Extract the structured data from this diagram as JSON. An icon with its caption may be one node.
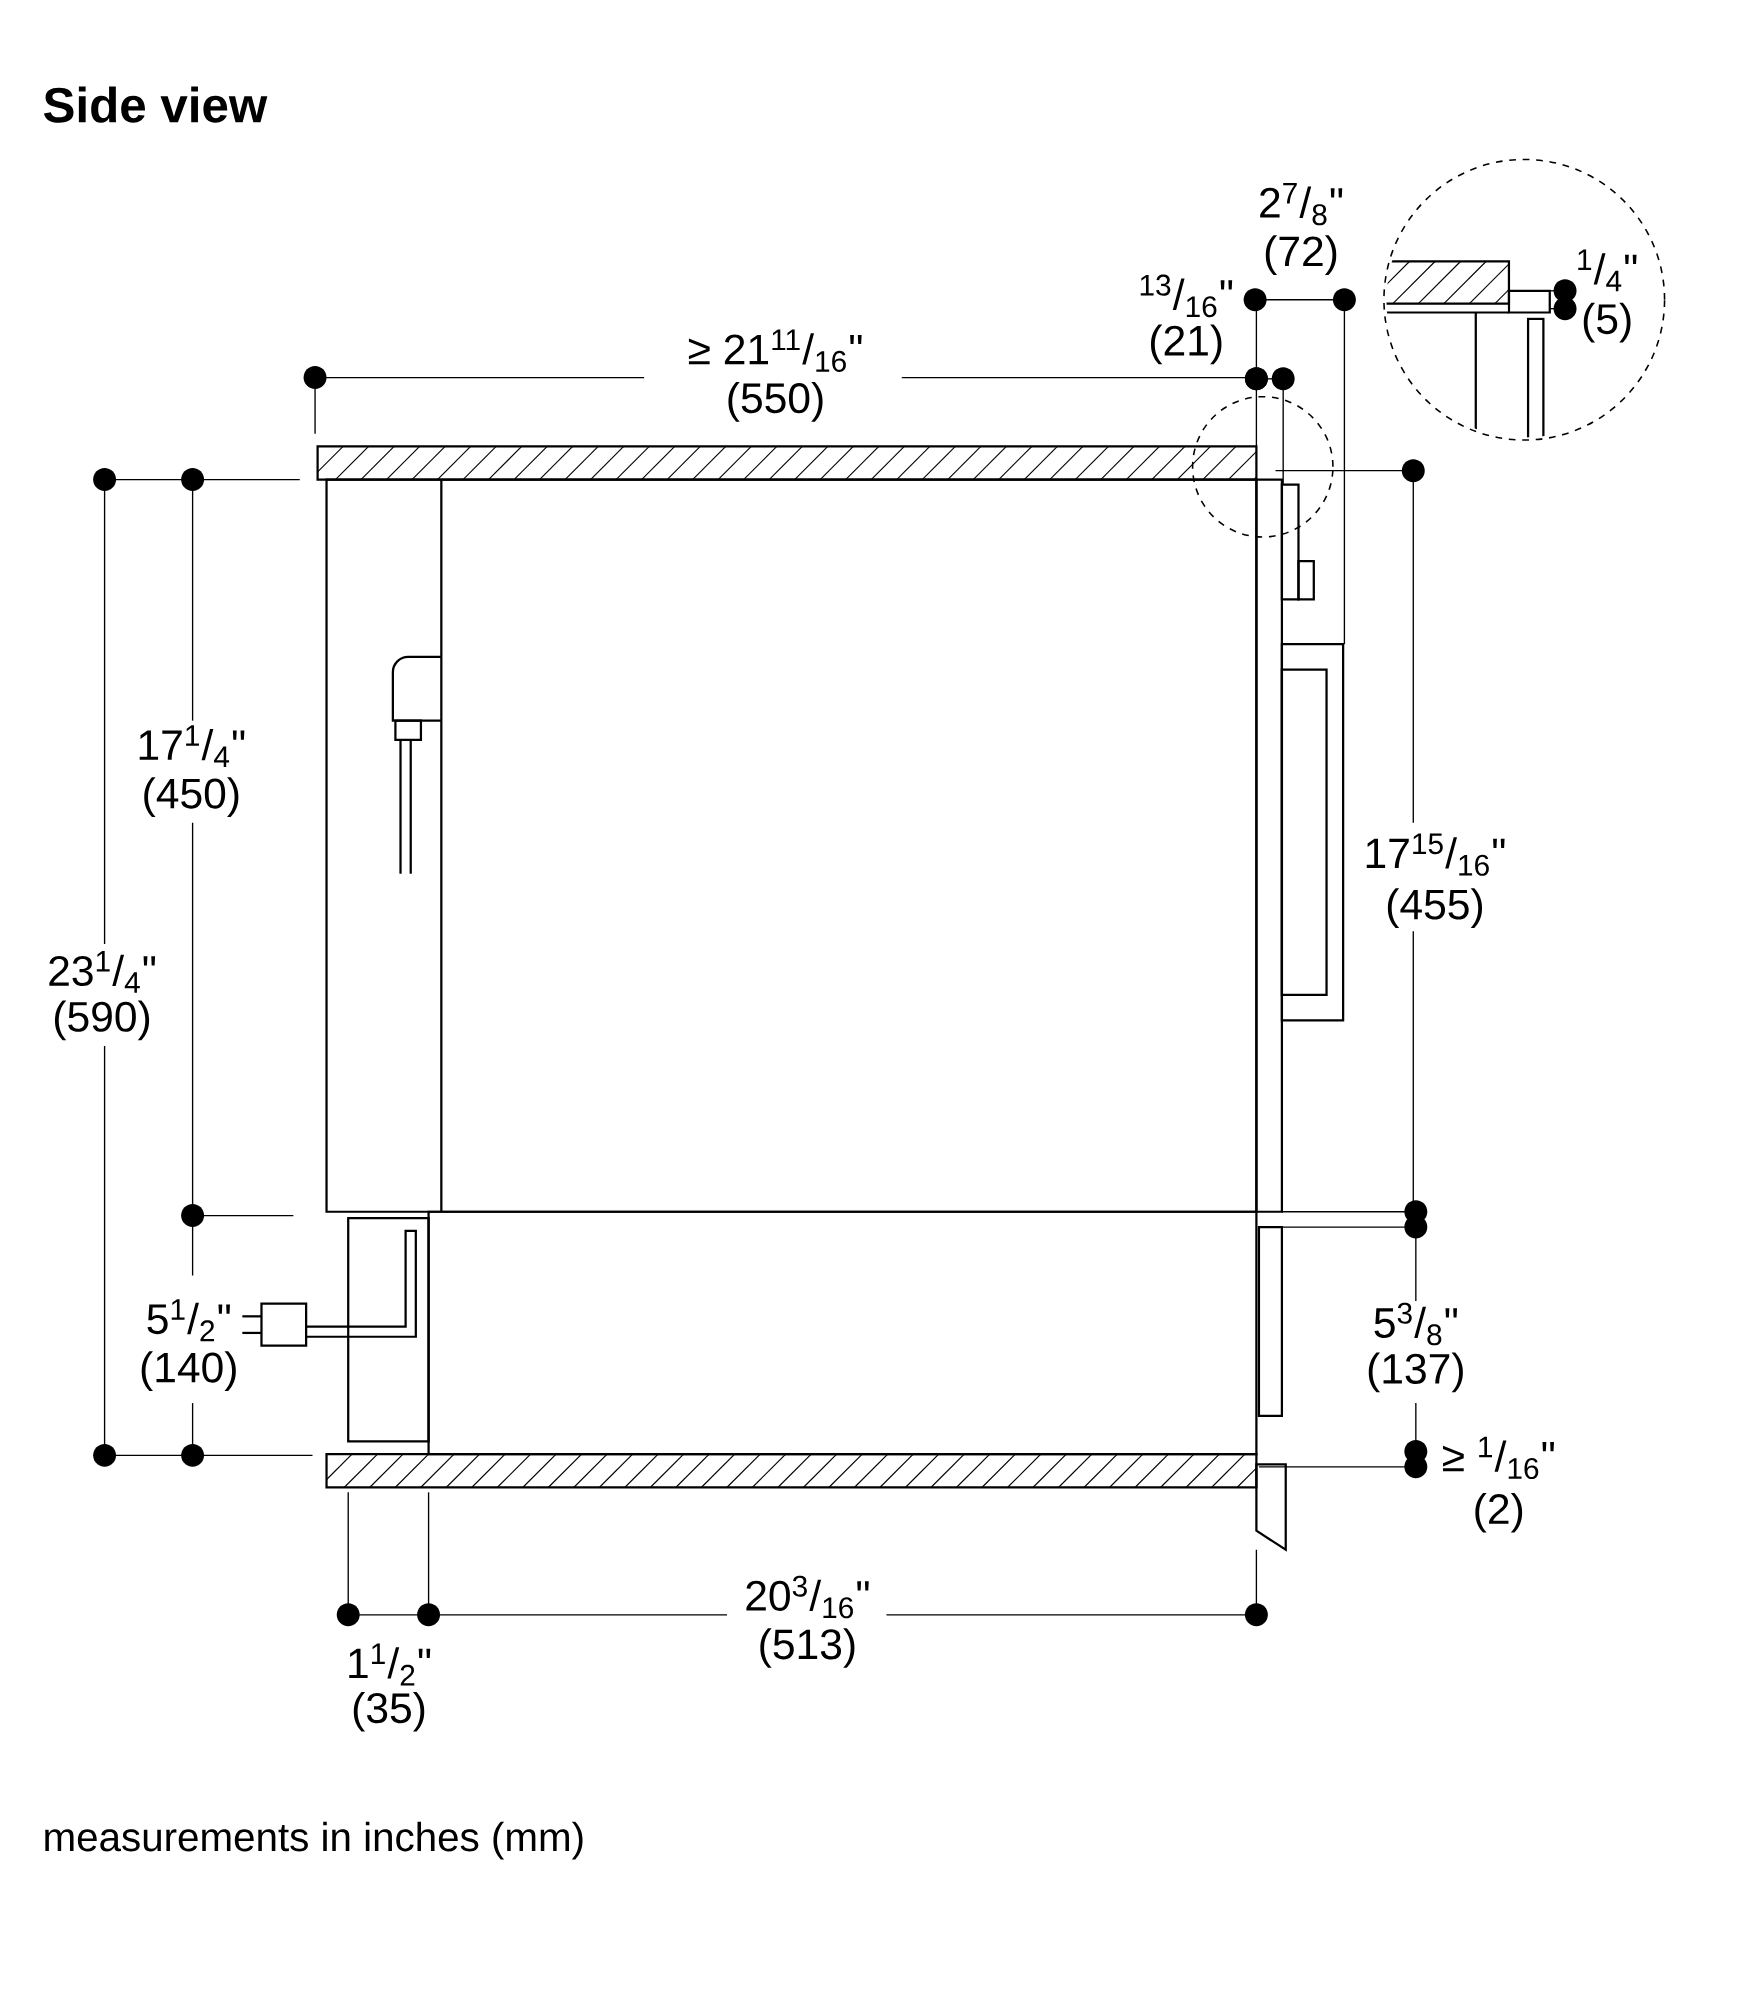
{
  "diagram": {
    "title": "Side view",
    "caption": "measurements in inches (mm)",
    "labels": [
      "2$^{7}$/$_{8}$\"",
      "(72)",
      "$^{13}$/$_{16}$\"",
      "(21)",
      "$^{1}$/$_{4}$\"",
      "(5)",
      "≥ 21$^{11}$/$_{16}$\"",
      "(550)",
      "17$^{1}$/$_{4}$\"",
      "(450)",
      "17$^{15}$/$_{16}$\"",
      "(455)",
      "23$^{1}$/$_{4}$\"",
      "(590)",
      "5$^{1}$/$_{2}$\"",
      "(140)",
      "5$^{3}$/$_{8}$\"",
      "(137)",
      "≥ $^{1}$/$_{16}$\"",
      "(2)",
      "20$^{3}$/$_{16}$\"",
      "(513)",
      "1$^{1}$/$_{2}$\"",
      "(35)"
    ]
  }
}
